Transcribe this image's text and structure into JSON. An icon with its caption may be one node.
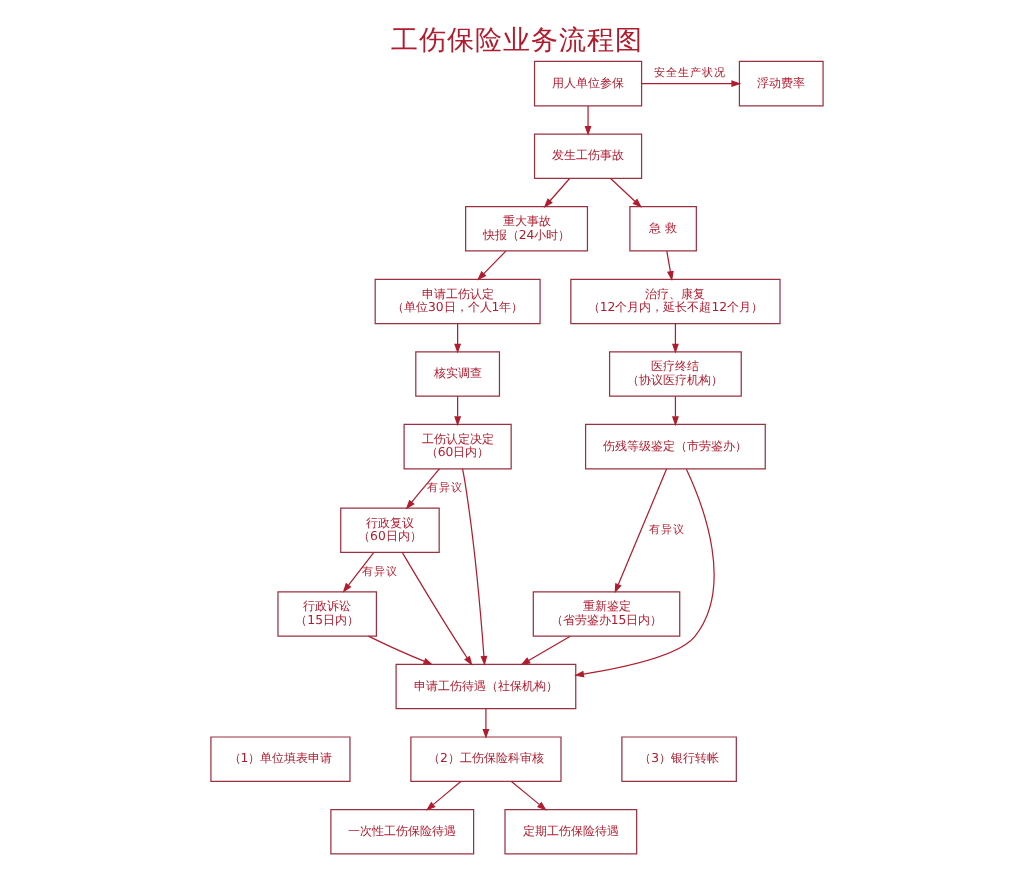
{
  "diagram": {
    "title": "工伤保险业务流程图",
    "nodes": [
      {
        "text": [
          "用人单位参保"
        ]
      },
      {
        "text": [
          "浮动费率"
        ]
      },
      {
        "text": [
          "发生工伤事故"
        ]
      },
      {
        "text": [
          "重大事故",
          "快报（24小时）"
        ]
      },
      {
        "text": [
          "急 救"
        ]
      },
      {
        "text": [
          "申请工伤认定",
          "（单位30日，个人1年）"
        ]
      },
      {
        "text": [
          "治疗、康复",
          "（12个月内，延长不超12个月）"
        ]
      },
      {
        "text": [
          "核实调查"
        ]
      },
      {
        "text": [
          "医疗终结",
          "（协议医疗机构）"
        ]
      },
      {
        "text": [
          "工伤认定决定",
          "（60日内）"
        ]
      },
      {
        "text": [
          "伤残等级鉴定（市劳鉴办）"
        ]
      },
      {
        "text": [
          "行政复议",
          "（60日内）"
        ]
      },
      {
        "text": [
          "行政诉讼",
          "（15日内）"
        ]
      },
      {
        "text": [
          "重新鉴定",
          "（省劳鉴办15日内）"
        ]
      },
      {
        "text": [
          "申请工伤待遇（社保机构）"
        ]
      },
      {
        "text": [
          "（1）单位填表申请"
        ]
      },
      {
        "text": [
          "（2）工伤保险科审核"
        ]
      },
      {
        "text": [
          "（3）银行转帐"
        ]
      },
      {
        "text": [
          "一次性工伤保险待遇"
        ]
      },
      {
        "text": [
          "定期工伤保险待遇"
        ]
      }
    ],
    "edges": [
      {
        "from": 0,
        "to": 1,
        "arrow": "to",
        "label": "安全生产状况"
      },
      {
        "from": 0,
        "to": 2,
        "arrow": "to"
      },
      {
        "from": 2,
        "to": 3,
        "arrow": "to"
      },
      {
        "from": 2,
        "to": 4,
        "arrow": "to"
      },
      {
        "from": 3,
        "to": 5,
        "arrow": "to"
      },
      {
        "from": 4,
        "to": 6,
        "arrow": "to"
      },
      {
        "from": 5,
        "to": 7,
        "arrow": "to"
      },
      {
        "from": 6,
        "to": 8,
        "arrow": "to"
      },
      {
        "from": 7,
        "to": 9,
        "arrow": "to"
      },
      {
        "from": 8,
        "to": 10,
        "arrow": "to"
      },
      {
        "from": 9,
        "to": 11,
        "arrow": "to",
        "label": "有异议"
      },
      {
        "from": 11,
        "to": 12,
        "arrow": "to",
        "label": "有异议"
      },
      {
        "from": 10,
        "to": 13,
        "arrow": "to",
        "label": "有异议"
      },
      {
        "from": 9,
        "to": 14,
        "arrow": "to"
      },
      {
        "from": 11,
        "to": 14,
        "arrow": "to"
      },
      {
        "from": 12,
        "to": 14,
        "arrow": "to"
      },
      {
        "from": 10,
        "to": 14,
        "arrow": "to"
      },
      {
        "from": 13,
        "to": 14,
        "arrow": "to"
      },
      {
        "from": 14,
        "to": 16,
        "arrow": "to"
      },
      {
        "from": 16,
        "to": 18,
        "arrow": "to"
      },
      {
        "from": 16,
        "to": 19,
        "arrow": "to"
      }
    ]
  }
}
